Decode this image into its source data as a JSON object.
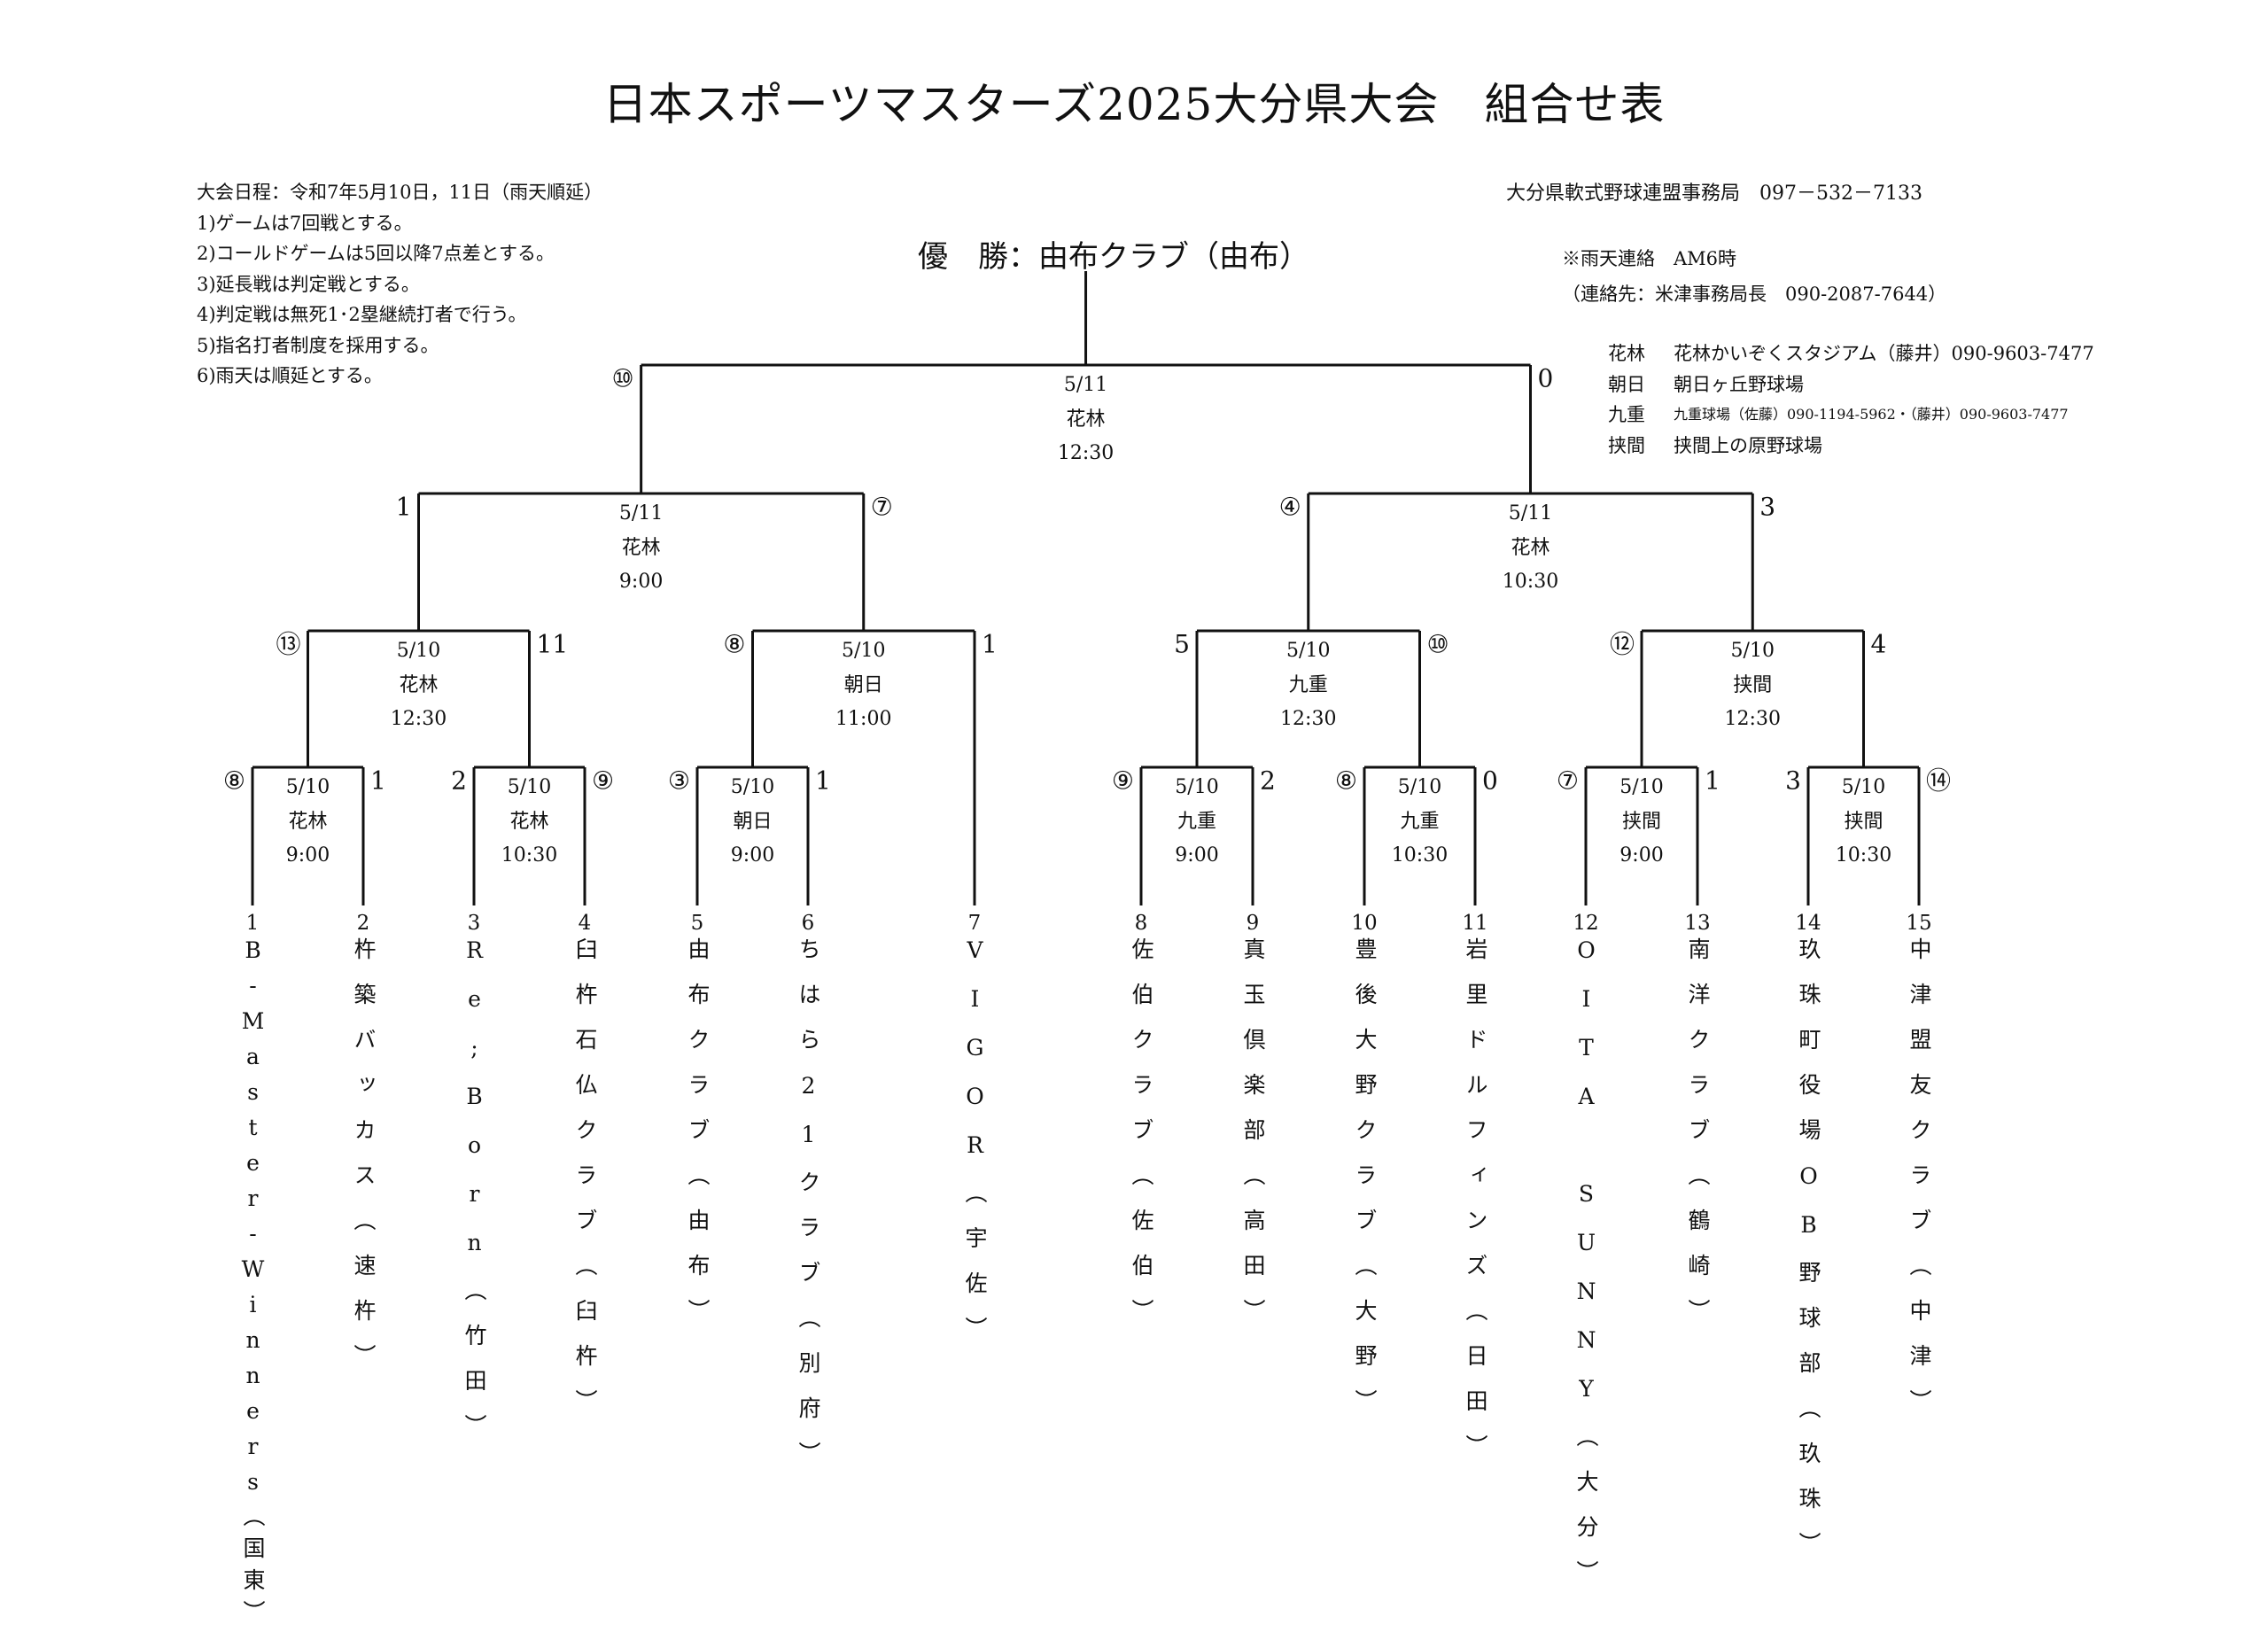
{
  "title": "日本スポーツマスターズ2025大分県大会　組合せ表",
  "rules": [
    "大会日程：令和7年5月10日，11日（雨天順延）",
    "1)ゲームは7回戦とする。",
    "2)コールドゲームは5回以降7点差とする。",
    "3)延長戦は判定戦とする。",
    "4)判定戦は無死1･2塁継続打者で行う。",
    "5)指名打者制度を採用する。",
    "6)雨天は順延とする。"
  ],
  "organizer": "大分県軟式野球連盟事務局　097－532－7133",
  "rain_contact": {
    "line1": "※雨天連絡　AM6時",
    "line2": "（連絡先：米津事務局長　090-2087-7644）"
  },
  "venues": [
    {
      "code": "花林",
      "note": "花林かいぞくスタジアム（藤井）090-9603-7477",
      "small": false
    },
    {
      "code": "朝日",
      "note": "朝日ヶ丘野球場",
      "small": false
    },
    {
      "code": "九重",
      "note": "九重球場（佐藤）090-1194-5962・（藤井）090-9603-7477",
      "small": true
    },
    {
      "code": "挟間",
      "note": "挟間上の原野球場",
      "small": false
    }
  ],
  "champion": "優　勝：由布クラブ（由布）",
  "teams": [
    {
      "num": "1",
      "name": "B-Master-Winners（国東）"
    },
    {
      "num": "2",
      "name": "杵築バッカス（速杵）"
    },
    {
      "num": "3",
      "name": "Re;Born（竹田）"
    },
    {
      "num": "4",
      "name": "臼杵石仏クラブ（臼杵）"
    },
    {
      "num": "5",
      "name": "由布クラブ（由布）"
    },
    {
      "num": "6",
      "name": "ちはら21クラブ（別府）"
    },
    {
      "num": "7",
      "name": "VIGOR（宇佐）"
    },
    {
      "num": "8",
      "name": "佐伯クラブ（佐伯）"
    },
    {
      "num": "9",
      "name": "真玉倶楽部（高田）"
    },
    {
      "num": "10",
      "name": "豊後大野クラブ（大野）"
    },
    {
      "num": "11",
      "name": "岩里ドルフィンズ（日田）"
    },
    {
      "num": "12",
      "name": "OITA SUNNY（大分）"
    },
    {
      "num": "13",
      "name": "南洋クラブ（鶴崎）"
    },
    {
      "num": "14",
      "name": "玖珠町役場OB野球部（玖珠）"
    },
    {
      "num": "15",
      "name": "中津盟友クラブ（中津）"
    }
  ],
  "matches": [
    {
      "id": "r1a",
      "date": "5/10",
      "venue": "花林",
      "time": "9:00",
      "left_score": "⑧",
      "right_score": "1"
    },
    {
      "id": "r1b",
      "date": "5/10",
      "venue": "花林",
      "time": "10:30",
      "left_score": "2",
      "right_score": "⑨"
    },
    {
      "id": "r1c",
      "date": "5/10",
      "venue": "朝日",
      "time": "9:00",
      "left_score": "③",
      "right_score": "1"
    },
    {
      "id": "r1d",
      "date": "5/10",
      "venue": "九重",
      "time": "9:00",
      "left_score": "⑨",
      "right_score": "2"
    },
    {
      "id": "r1e",
      "date": "5/10",
      "venue": "九重",
      "time": "10:30",
      "left_score": "⑧",
      "right_score": "0"
    },
    {
      "id": "r1f",
      "date": "5/10",
      "venue": "挟間",
      "time": "9:00",
      "left_score": "⑦",
      "right_score": "1"
    },
    {
      "id": "r1g",
      "date": "5/10",
      "venue": "挟間",
      "time": "10:30",
      "left_score": "3",
      "right_score": "⑭"
    },
    {
      "id": "r2a",
      "date": "5/10",
      "venue": "花林",
      "time": "12:30",
      "left_score": "⑬",
      "right_score": "11"
    },
    {
      "id": "r2b",
      "date": "5/10",
      "venue": "朝日",
      "time": "11:00",
      "left_score": "⑧",
      "right_score": "1"
    },
    {
      "id": "r2c",
      "date": "5/10",
      "venue": "九重",
      "time": "12:30",
      "left_score": "5",
      "right_score": "⑩"
    },
    {
      "id": "r2d",
      "date": "5/10",
      "venue": "挟間",
      "time": "12:30",
      "left_score": "⑫",
      "right_score": "4"
    },
    {
      "id": "sfa",
      "date": "5/11",
      "venue": "花林",
      "time": "9:00",
      "left_score": "1",
      "right_score": "⑦"
    },
    {
      "id": "sfb",
      "date": "5/11",
      "venue": "花林",
      "time": "10:30",
      "left_score": "④",
      "right_score": "3"
    },
    {
      "id": "fin",
      "date": "5/11",
      "venue": "花林",
      "time": "12:30",
      "left_score": "⑩",
      "right_score": "0"
    }
  ]
}
